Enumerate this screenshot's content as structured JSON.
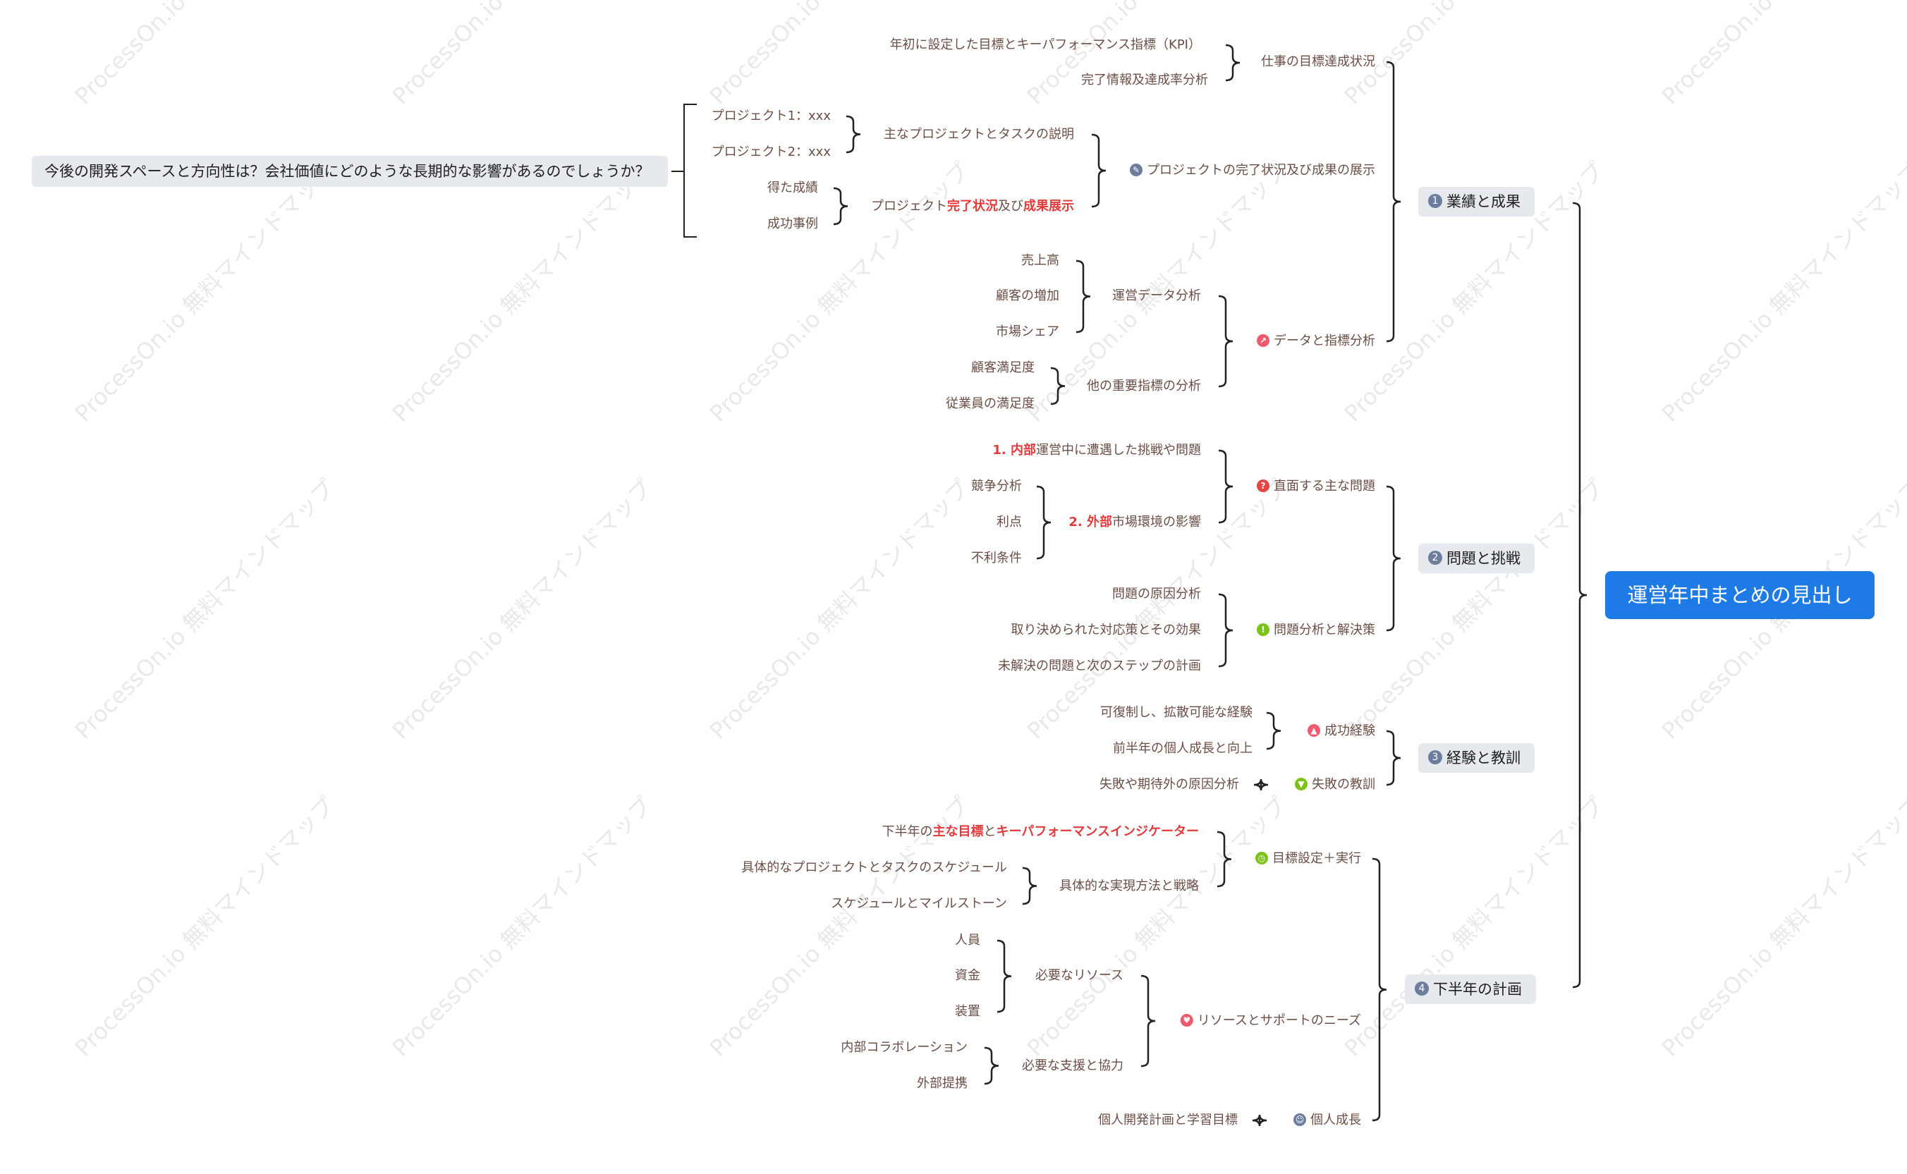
{
  "watermark": "ProcessOn.io 無料マインドマップ",
  "colors": {
    "root": "#1e7be6",
    "branch_bg": "#e6e9ee",
    "leaf_text": "#6b4e46",
    "highlight": "#e23b3b"
  },
  "root": "運営年中まとめの見出し",
  "branches": {
    "b1": {
      "num": "1",
      "label": "業績と成果"
    },
    "b2": {
      "num": "2",
      "label": "問題と挑戦"
    },
    "b3": {
      "num": "3",
      "label": "経験と教訓"
    },
    "b4": {
      "num": "4",
      "label": "下半年の計画"
    }
  },
  "question": "今後の開発スペースと方向性は？会社価値にどのような長期的な影響があるのでしょうか？",
  "s1": {
    "goal": "仕事の目標達成状況",
    "goal_kpi": "年初に設定した目標とキーパフォーマンス指標（KPI）",
    "goal_complete": "完了情報及達成率分析",
    "project": "プロジェクトの完了状況及び成果の展示",
    "project_icon": "pencil-icon",
    "main_proj": "主なプロジェクトとタスクの説明",
    "proj1": "プロジェクト1：xxx",
    "proj2": "プロジェクト2：xxx",
    "status_pre": "プロジェクト",
    "status_hl1": "完了状況",
    "status_mid": "及び",
    "status_hl2": "成果展示",
    "result": "得た成績",
    "case": "成功事例",
    "data": "データと指標分析",
    "data_icon": "trend-chart-icon",
    "ops": "運営データ分析",
    "sales": "売上高",
    "customers": "顧客の増加",
    "share": "市場シェア",
    "other": "他の重要指標の分析",
    "csat": "顧客満足度",
    "esat": "従業員の満足度"
  },
  "s2": {
    "issues": "直面する主な問題",
    "issues_icon": "question-icon",
    "internal_pre": "1. ",
    "internal_hl": "内部",
    "internal_post": "運営中に遭遇した挑戦や問題",
    "external_pre": "2. ",
    "external_hl": "外部",
    "external_post": "市場環境の影響",
    "compete": "競争分析",
    "advantage": "利点",
    "disadvantage": "不利条件",
    "analysis": "問題分析と解決策",
    "analysis_icon": "info-icon",
    "cause": "問題の原因分析",
    "measures": "取り決められた対応策とその効果",
    "unresolved": "未解決の問題と次のステップの計画"
  },
  "s3": {
    "success": "成功経験",
    "success_icon": "thumbs-up-icon",
    "replicable": "可復制し、拡散可能な経験",
    "growth": "前半年の個人成長と向上",
    "failure": "失敗の教訓",
    "failure_icon": "thumbs-down-icon",
    "failure_cause": "失敗や期待外の原因分析"
  },
  "s4": {
    "goal_exec": "目標設定＋実行",
    "goal_icon": "clock-icon",
    "kpi_pre": "下半年の",
    "kpi_hl1": "主な目標",
    "kpi_mid": "と",
    "kpi_hl2": "キーパフォーマンスインジケーター",
    "methods": "具体的な実現方法と戦略",
    "schedule": "具体的なプロジェクトとタスクのスケジュール",
    "milestones": "スケジュールとマイルストーン",
    "resources_needs": "リソースとサポートのニーズ",
    "resources_icon": "heart-icon",
    "resources": "必要なリソース",
    "people": "人員",
    "funds": "資金",
    "equipment": "装置",
    "support": "必要な支援と協力",
    "internal_collab": "内部コラボレーション",
    "external_partner": "外部提携",
    "personal": "個人成長",
    "personal_icon": "user-icon",
    "dev_plan": "個人開発計画と学習目標"
  }
}
